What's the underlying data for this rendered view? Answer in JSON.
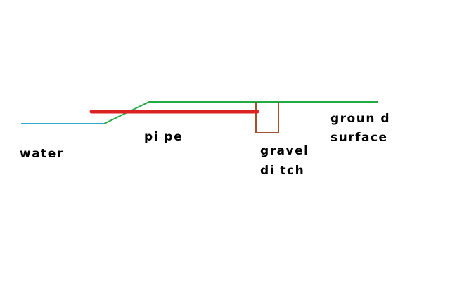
{
  "labels": {
    "water": "water",
    "pipe": "pi pe",
    "gravel": "gravel",
    "ditch": "di tch",
    "ground": "groun d",
    "surface": "surface"
  },
  "colors": {
    "water": "#33aacc",
    "ground": "#22aa44",
    "pipe": "#dd2222",
    "ditch": "#a0522d",
    "text": "#000000",
    "background": "#ffffff"
  }
}
